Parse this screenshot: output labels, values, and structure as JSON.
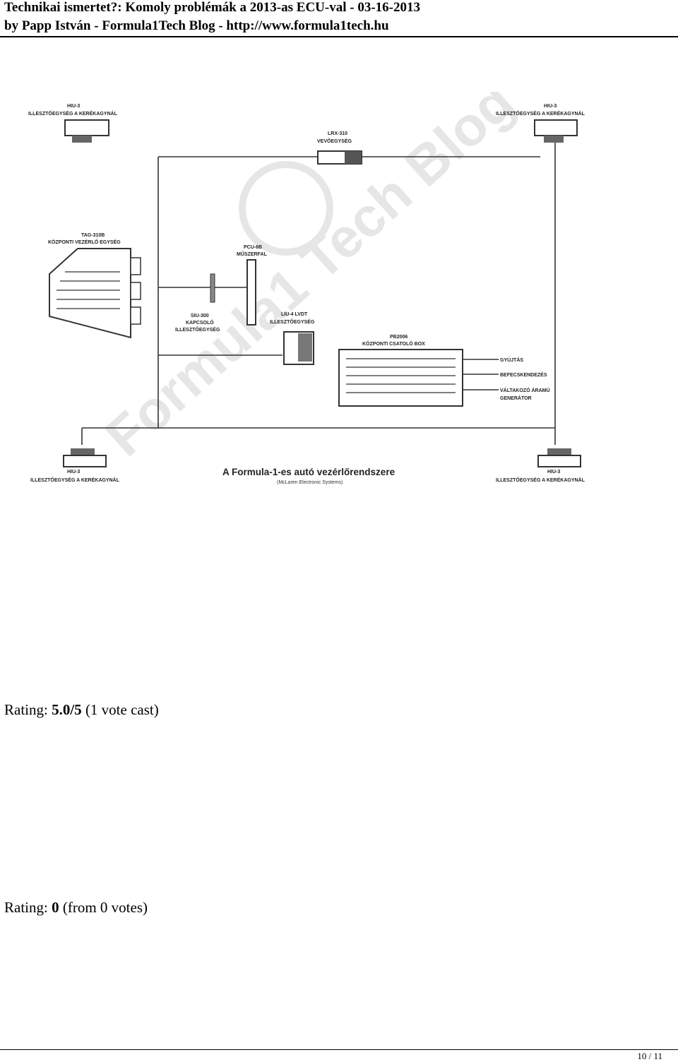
{
  "header": {
    "title": "Technikai ismertet?: Komoly problémák a 2013-as ECU-val - 03-16-2013",
    "subtitle": "by Papp István - Formula1Tech Blog - http://www.formula1tech.hu"
  },
  "diagram": {
    "watermark": "Formula1 Tech Blog",
    "labels": {
      "hiu_tl_1": "HIU-3",
      "hiu_tl_2": "ILLESZTŐEGYSÉG A KERÉKAGYNÁL",
      "hiu_tr_1": "HIU-3",
      "hiu_tr_2": "ILLESZTŐEGYSÉG A KERÉKAGYNÁL",
      "lrx_1": "LRX-310",
      "lrx_2": "VEVŐEGYSÉG",
      "tag_1": "TAG-310B",
      "tag_2": "KÖZPONTI VEZÉRLŐ EGYSÉG",
      "pcu_1": "PCU-6B",
      "pcu_2": "MŰSZERFAL",
      "siu_1": "SIU-300",
      "siu_2": "KAPCSOLÓ",
      "siu_3": "ILLESZTŐEGYSÉG",
      "liu_1": "LIU-4 LVDT",
      "liu_2": "ILLESZTŐEGYSÉG",
      "pb_1": "PB2006",
      "pb_2": "KÖZPONTI CSATOLÓ BOX",
      "out_1": "GYÚJTÁS",
      "out_2": "BEFECSKENDEZÉS",
      "out_3a": "VÁLTAKOZÓ ÁRAMÚ",
      "out_3b": "GENERÁTOR",
      "hiu_bl_1": "HIU-3",
      "hiu_bl_2": "ILLESZTŐEGYSÉG A KERÉKAGYNÁL",
      "hiu_br_1": "HIU-3",
      "hiu_br_2": "ILLESZTŐEGYSÉG A KERÉKAGYNÁL",
      "caption": "A Formula-1-es autó vezérlőrendszere",
      "caption_sub": "(McLaren Electronic Systems)"
    }
  },
  "ratings": [
    {
      "prefix": "Rating: ",
      "value": "5.0/5",
      "suffix": " (1 vote cast)"
    },
    {
      "prefix": "Rating: ",
      "value": "0",
      "suffix": " (from 0 votes)"
    }
  ],
  "footer": {
    "page": "10 / 11"
  }
}
